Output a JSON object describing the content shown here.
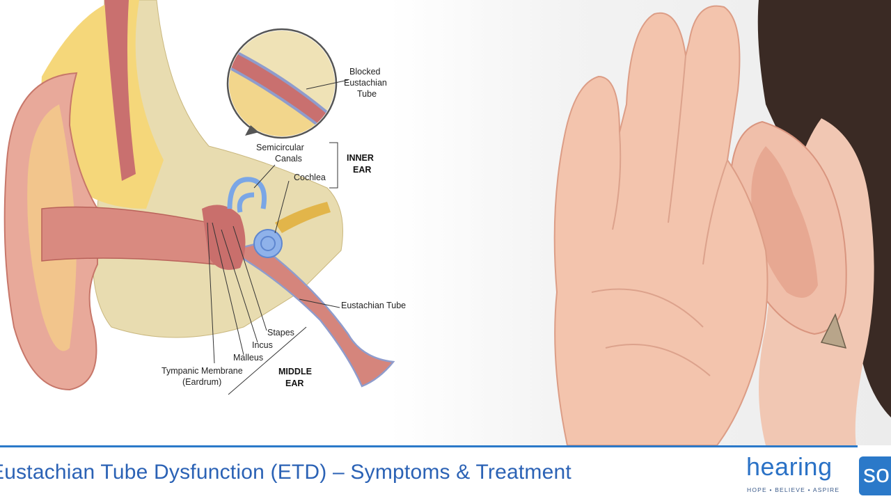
{
  "diagram": {
    "labels": {
      "blocked": [
        "Blocked",
        "Eustachian",
        "Tube"
      ],
      "semicircular": [
        "Semicircular",
        "Canals"
      ],
      "cochlea": "Cochlea",
      "inner_ear": [
        "INNER",
        "EAR"
      ],
      "eustachian_tube": "Eustachian Tube",
      "stapes": "Stapes",
      "incus": "Incus",
      "malleus": "Malleus",
      "tympanic": [
        "Tympanic Membrane",
        "(Eardrum)"
      ],
      "middle_ear": [
        "MIDDLE",
        "EAR"
      ]
    }
  },
  "footer": {
    "title": "Eustachian Tube Dysfunction (ETD) – Symptoms & Treatment",
    "logo_word": "hearing",
    "logo_box": "so",
    "logo_tagline": "HOPE  •  BELIEVE  •  ASPIRE"
  },
  "colors": {
    "accent": "#2b79c9",
    "title": "#2b62b5"
  }
}
